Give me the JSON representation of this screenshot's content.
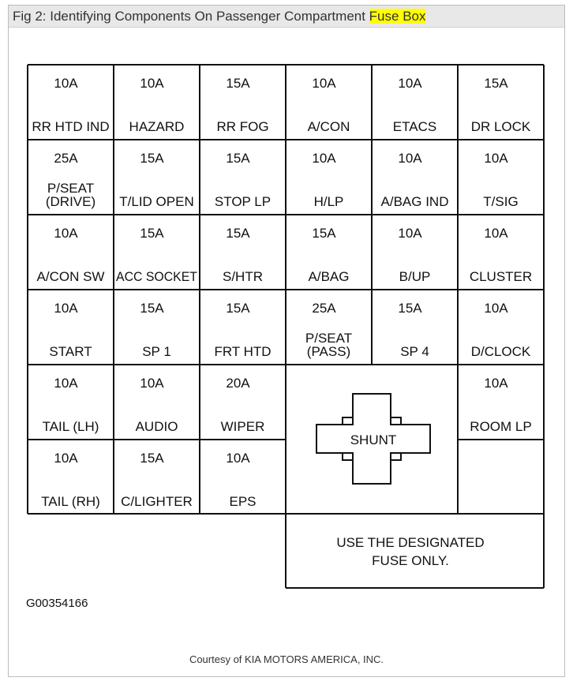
{
  "figure": {
    "title_prefix": "Fig 2: Identifying Components On Passenger Compartment ",
    "title_highlight": "Fuse Box"
  },
  "fuses": [
    {
      "rating": "10A",
      "label": "RR HTD IND"
    },
    {
      "rating": "10A",
      "label": "HAZARD"
    },
    {
      "rating": "15A",
      "label": "RR FOG"
    },
    {
      "rating": "10A",
      "label": "A/CON"
    },
    {
      "rating": "10A",
      "label": "ETACS"
    },
    {
      "rating": "15A",
      "label": "DR LOCK"
    },
    {
      "rating": "25A",
      "label": "P/SEAT",
      "label2": "(DRIVE)"
    },
    {
      "rating": "15A",
      "label": "T/LID OPEN"
    },
    {
      "rating": "15A",
      "label": "STOP LP"
    },
    {
      "rating": "10A",
      "label": "H/LP"
    },
    {
      "rating": "10A",
      "label": "A/BAG IND"
    },
    {
      "rating": "10A",
      "label": "T/SIG"
    },
    {
      "rating": "10A",
      "label": "A/CON SW"
    },
    {
      "rating": "15A",
      "label": "ACC SOCKET"
    },
    {
      "rating": "15A",
      "label": "S/HTR"
    },
    {
      "rating": "15A",
      "label": "A/BAG"
    },
    {
      "rating": "10A",
      "label": "B/UP"
    },
    {
      "rating": "10A",
      "label": "CLUSTER"
    },
    {
      "rating": "10A",
      "label": "START"
    },
    {
      "rating": "15A",
      "label": "SP 1"
    },
    {
      "rating": "15A",
      "label": "FRT HTD"
    },
    {
      "rating": "25A",
      "label": "P/SEAT",
      "label2": "(PASS)"
    },
    {
      "rating": "15A",
      "label": "SP 4"
    },
    {
      "rating": "10A",
      "label": "D/CLOCK"
    },
    {
      "rating": "10A",
      "label": "TAIL (LH)"
    },
    {
      "rating": "10A",
      "label": "AUDIO"
    },
    {
      "rating": "20A",
      "label": "WIPER"
    },
    {
      "rating": "10A",
      "label": "ROOM LP"
    },
    {
      "rating": "10A",
      "label": "TAIL (RH)"
    },
    {
      "rating": "15A",
      "label": "C/LIGHTER"
    },
    {
      "rating": "10A",
      "label": "EPS"
    }
  ],
  "shunt_label": "SHUNT",
  "notice": {
    "line1": "USE THE DESIGNATED",
    "line2": "FUSE ONLY."
  },
  "figure_id": "G00354166",
  "courtesy": "Courtesy of KIA MOTORS AMERICA, INC."
}
